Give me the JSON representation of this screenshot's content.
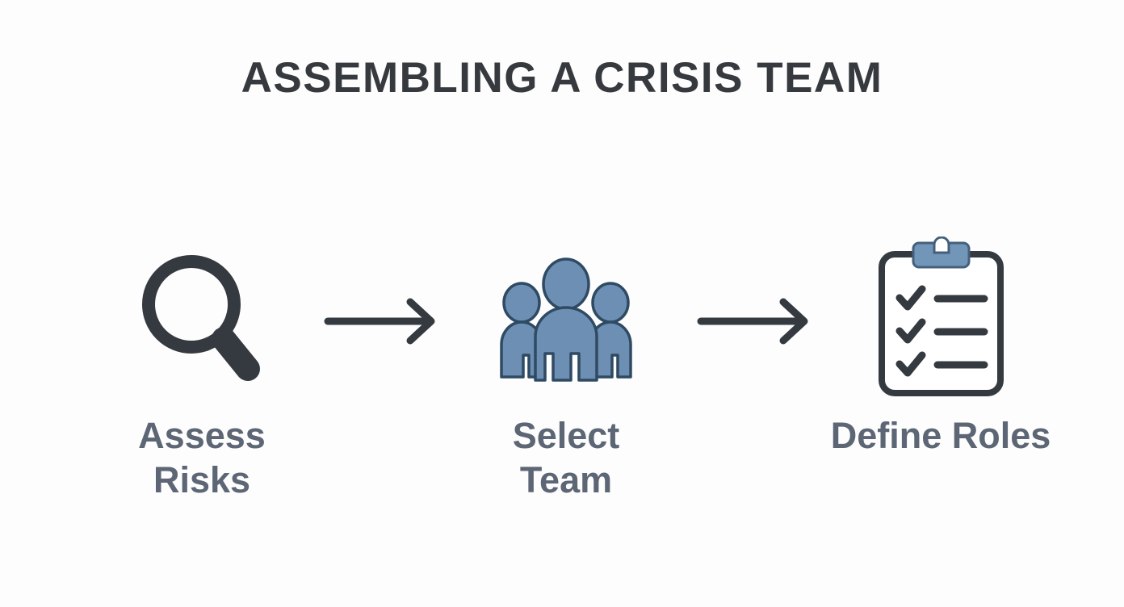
{
  "page": {
    "title": "ASSEMBLING A CRISIS TEAM",
    "background_color": "#fdfdfd",
    "title_color": "#36393d",
    "label_color": "#5d6675",
    "accent_blue": "#6d8fb3",
    "outline_dark": "#343a40"
  },
  "steps": [
    {
      "id": "assess-risks",
      "label": "Assess\nRisks",
      "icon": "magnifying-glass-icon",
      "icon_color": "#343a40"
    },
    {
      "id": "select-team",
      "label": "Select\nTeam",
      "icon": "people-group-icon",
      "icon_color": "#6d8fb3"
    },
    {
      "id": "define-roles",
      "label": "Define Roles",
      "icon": "clipboard-checklist-icon",
      "icon_color": "#343a40"
    }
  ],
  "connectors": [
    {
      "id": "arrow-1",
      "icon": "arrow-right-icon",
      "color": "#343a40"
    },
    {
      "id": "arrow-2",
      "icon": "arrow-right-icon",
      "color": "#343a40"
    }
  ]
}
